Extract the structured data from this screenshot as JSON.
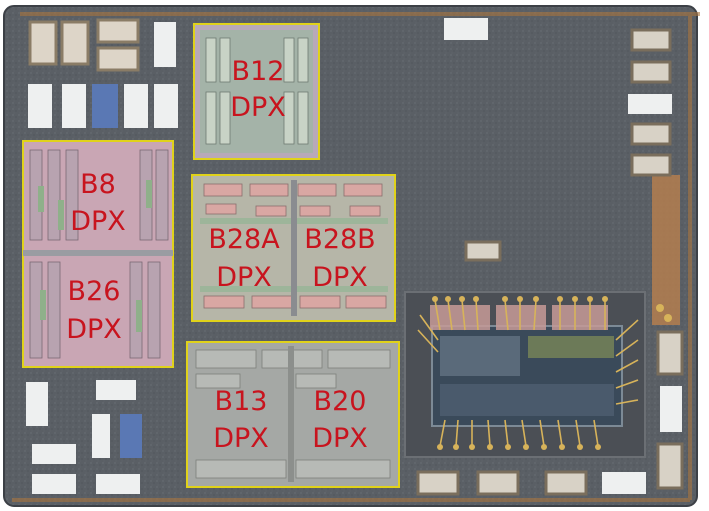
{
  "labels": {
    "b12": [
      "B12",
      "DPX"
    ],
    "b8": [
      "B8",
      "DPX"
    ],
    "b26": [
      "B26",
      "DPX"
    ],
    "b28a": [
      "B28A",
      "DPX"
    ],
    "b28b": [
      "B28B",
      "DPX"
    ],
    "b13": [
      "B13",
      "DPX"
    ],
    "b20": [
      "B20",
      "DPX"
    ]
  },
  "colors": {
    "substrate": "#5b6066",
    "outline": "#e0d21a",
    "label": "#c8141e",
    "die_pink": "#c9a6b4",
    "die_green": "#8fb08a",
    "die_gray": "#a5a8a5",
    "copper": "#b9804e"
  }
}
